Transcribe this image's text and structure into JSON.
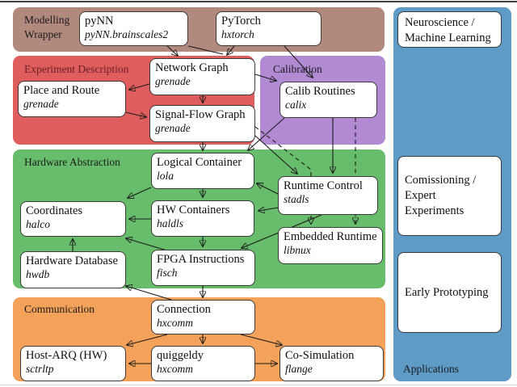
{
  "bands": {
    "modelling": {
      "label": "Modelling\nWrapper",
      "color": "#b18a7d"
    },
    "experiment": {
      "label": "Experiment Description",
      "color": "#e05d5d"
    },
    "calibration": {
      "label": "Calibration",
      "color": "#b289d3"
    },
    "hardware": {
      "label": "Hardware Abstraction",
      "color": "#68bd6c"
    },
    "communication": {
      "label": "Communication",
      "color": "#f4a159"
    },
    "applications": {
      "label": "Applications",
      "color": "#5e9bc7"
    }
  },
  "nodes": {
    "pynn": {
      "title": "pyNN",
      "subtitle": "pyNN.brainscales2"
    },
    "pytorch": {
      "title": "PyTorch",
      "subtitle": "hxtorch"
    },
    "network_graph": {
      "title": "Network Graph",
      "subtitle": "grenade"
    },
    "place_route": {
      "title": "Place and Route",
      "subtitle": "grenade"
    },
    "signal_flow": {
      "title": "Signal-Flow Graph",
      "subtitle": "grenade"
    },
    "calib_routines": {
      "title": "Calib Routines",
      "subtitle": "calix"
    },
    "logical_container": {
      "title": "Logical Container",
      "subtitle": "lola"
    },
    "runtime_control": {
      "title": "Runtime Control",
      "subtitle": "stadls"
    },
    "coordinates": {
      "title": "Coordinates",
      "subtitle": "halco"
    },
    "hw_containers": {
      "title": "HW Containers",
      "subtitle": "haldls"
    },
    "embedded_runtime": {
      "title": "Embedded Runtime",
      "subtitle": "libnux"
    },
    "hardware_database": {
      "title": "Hardware Database",
      "subtitle": "hwdb"
    },
    "fpga_instructions": {
      "title": "FPGA Instructions",
      "subtitle": "fisch"
    },
    "connection": {
      "title": "Connection",
      "subtitle": "hxcomm"
    },
    "host_arq": {
      "title": "Host-ARQ (HW)",
      "subtitle": "sctrltp"
    },
    "quiggeldy": {
      "title": "quiggeldy",
      "subtitle": "hxcomm"
    },
    "co_simulation": {
      "title": "Co-Simulation",
      "subtitle": "flange"
    }
  },
  "right_column": {
    "neuroscience": {
      "label": "Neuroscience /\nMachine Learning"
    },
    "comissioning": {
      "label": "Comissioning /\nExpert Experiments"
    },
    "early": {
      "label": "Early Prototyping"
    }
  }
}
